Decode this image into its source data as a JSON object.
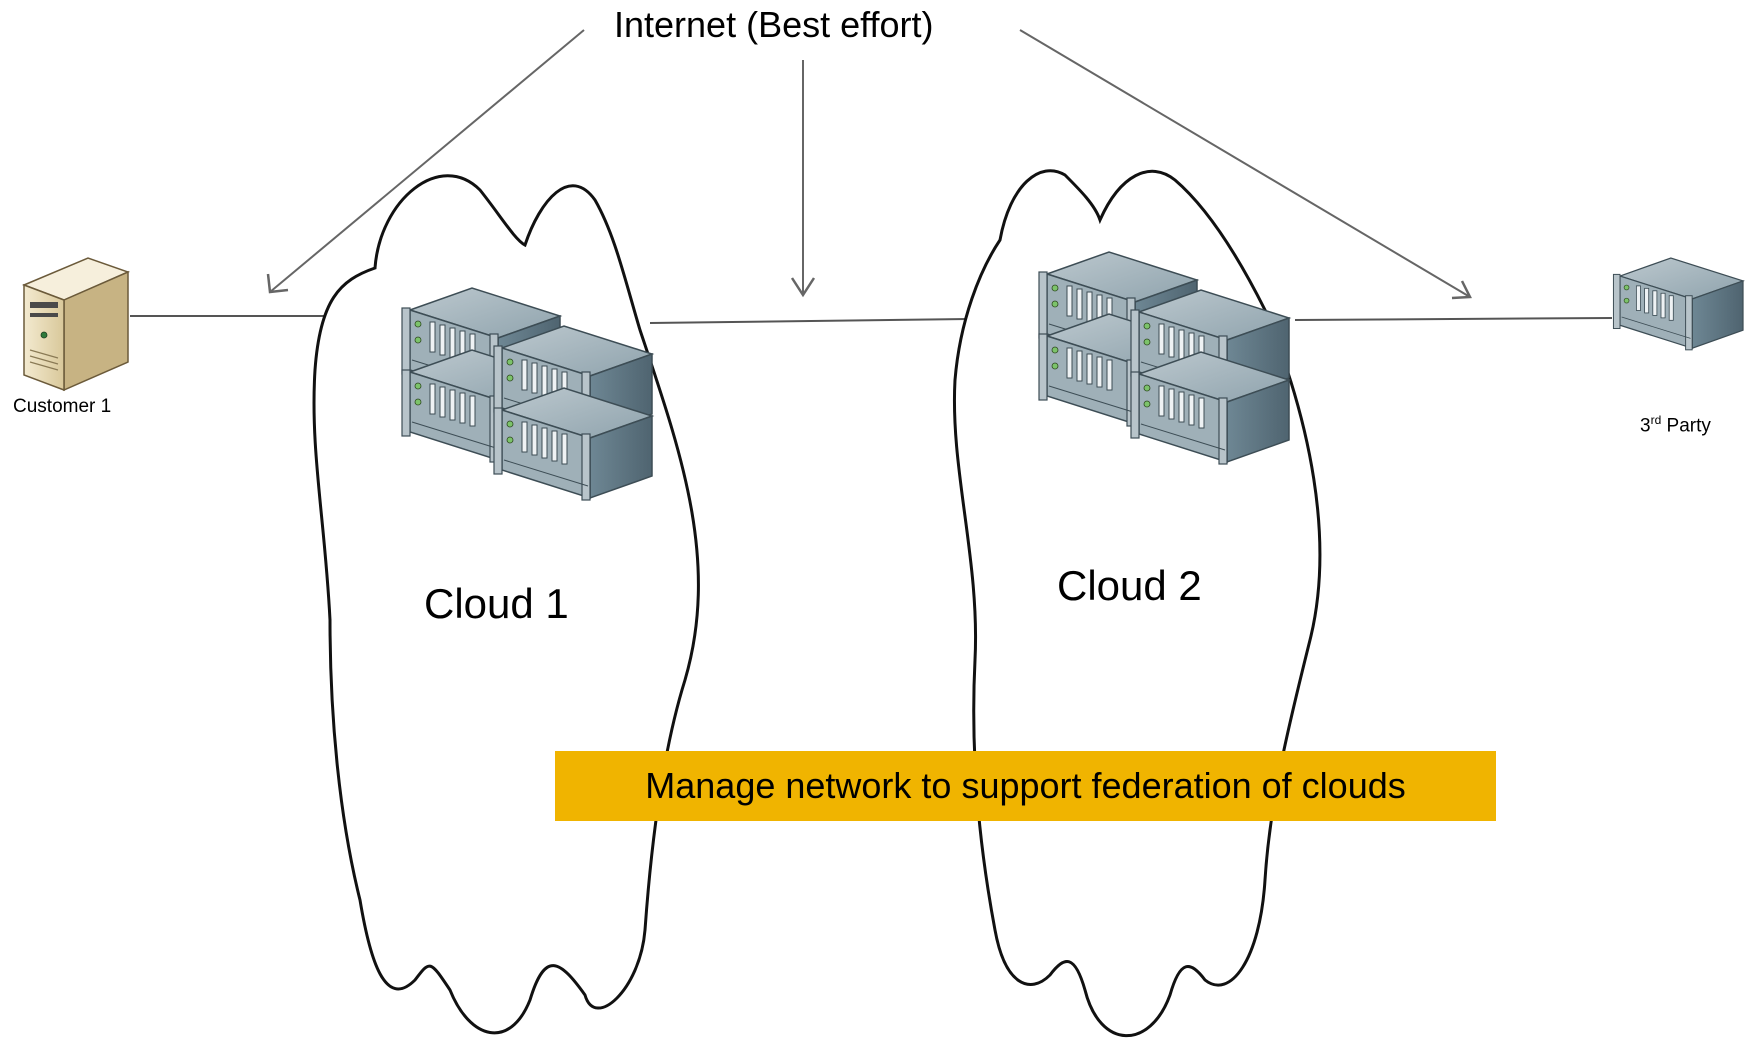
{
  "labels": {
    "internet": "Internet (Best effort)",
    "customer": "Customer 1",
    "third_party_num": "3",
    "third_party_sup": "rd",
    "third_party_rest": " Party",
    "cloud1": "Cloud 1",
    "cloud2": "Cloud 2",
    "banner": "Manage network to support federation of clouds"
  },
  "colors": {
    "banner_bg": "#f0b400",
    "line": "#555555",
    "server_body": "#6f8a98",
    "customer_pc": "#e6d9b5"
  },
  "icons": {
    "customer": "desktop-tower-icon",
    "cloud_servers": "rack-server-stack-icon",
    "third_party": "rack-server-icon"
  }
}
